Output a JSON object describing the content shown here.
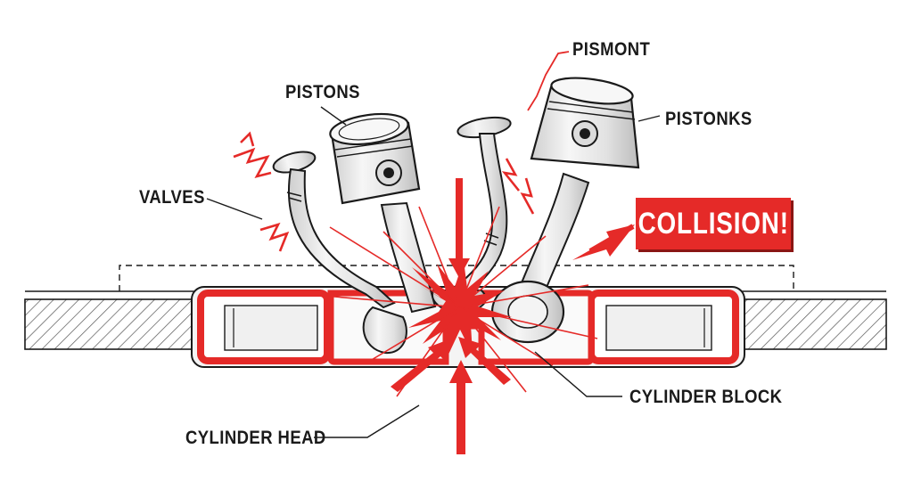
{
  "labels": {
    "pistons": "PISTONS",
    "pismont": "PISMONT",
    "pistonks": "PISTONKS",
    "valves": "VALVES",
    "collision": "COLLISION!",
    "cylinder_block": "CYLINDER BLOCK",
    "cylinder_head": "CYLINDER HEAD"
  },
  "colors": {
    "accent_red": "#e52a28",
    "ink": "#1a1a1a",
    "metal": "#e6e6e6"
  }
}
